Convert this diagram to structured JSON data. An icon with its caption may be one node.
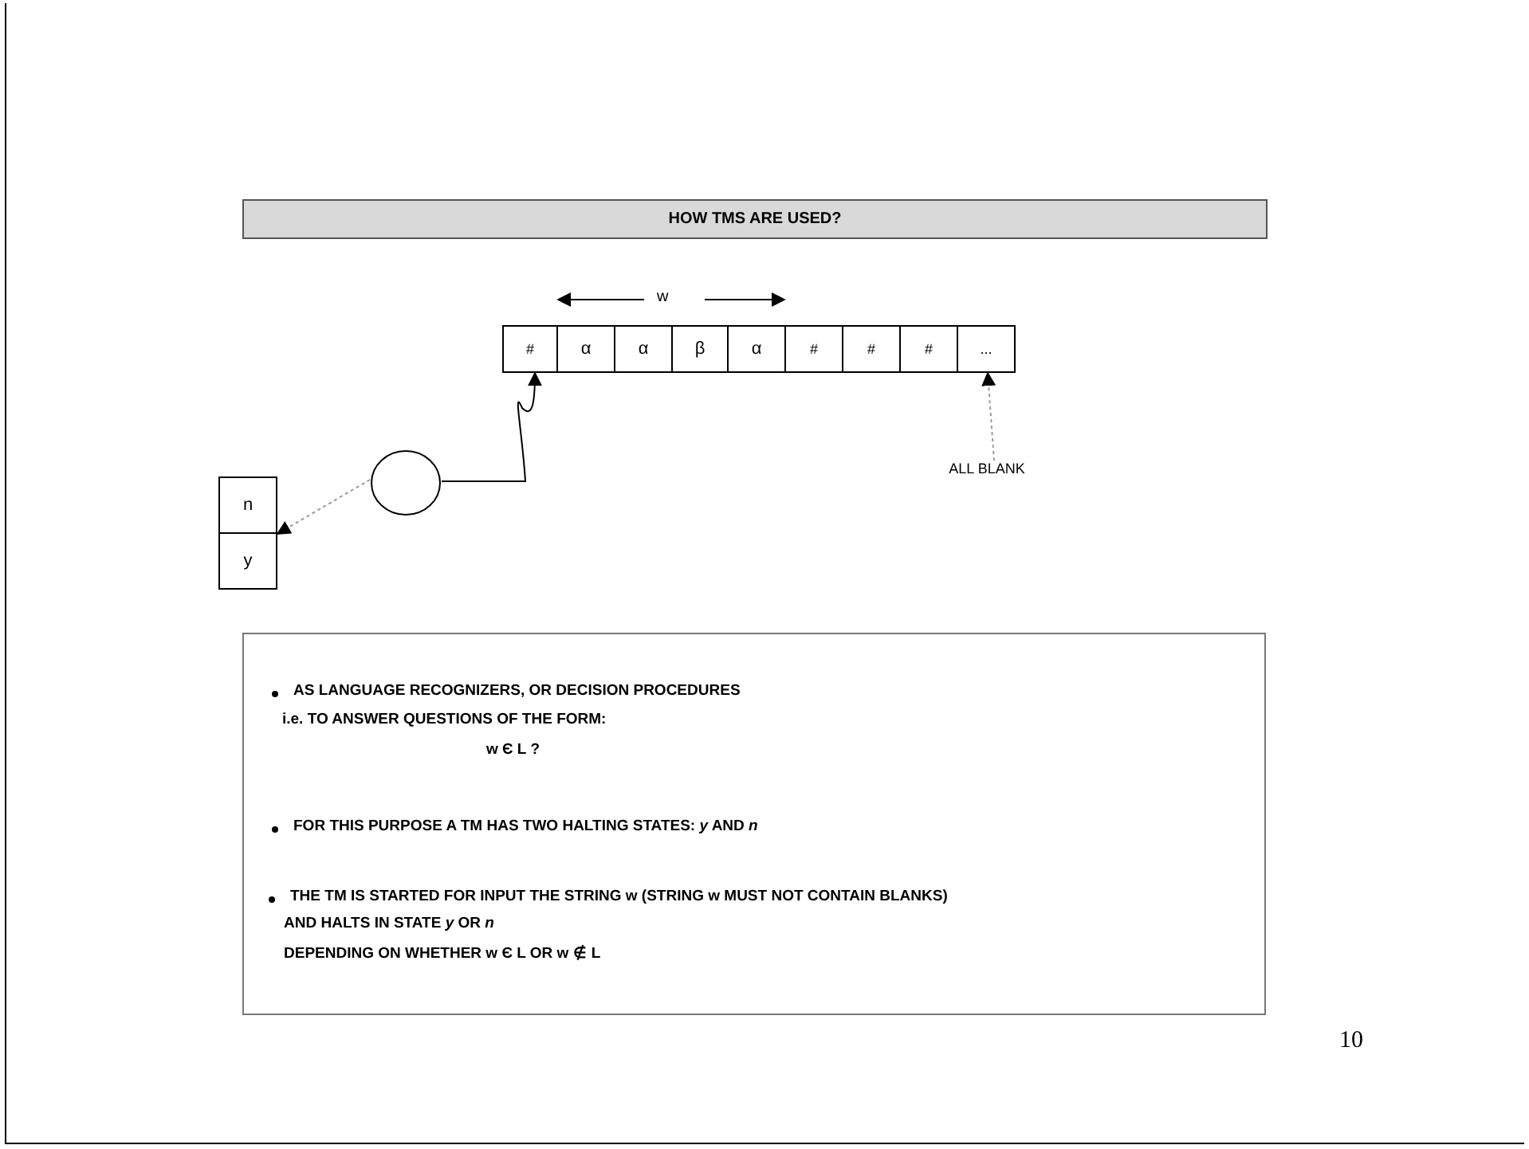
{
  "diagram": {
    "title": "HOW TMS ARE USED?",
    "nodes": [
      {
        "text": [
          "#"
        ]
      },
      {
        "text": [
          "α"
        ]
      },
      {
        "text": [
          "α"
        ]
      },
      {
        "text": [
          "β"
        ]
      },
      {
        "text": [
          "α"
        ]
      },
      {
        "text": [
          "#"
        ]
      },
      {
        "text": [
          "#"
        ]
      },
      {
        "text": [
          "#"
        ]
      },
      {
        "text": [
          "..."
        ]
      },
      {
        "text": [
          "n"
        ]
      },
      {
        "text": [
          "y"
        ]
      },
      {
        "text": [],
        "shape": "circle"
      },
      {
        "text": [
          "ALL BLANK"
        ]
      },
      {
        "text": [
          "AS LANGUAGE RECOGNIZERS, OR DECISION PROCEDURES",
          "i.e. TO ANSWER QUESTIONS OF THE FORM:",
          "w Є L ?",
          "FOR THIS PURPOSE A TM HAS TWO HALTING STATES:  *y*  AND *n*",
          "THE TM IS STARTED FOR INPUT THE STRING w  (STRING w MUST NOT CONTAIN BLANKS)",
          "AND HALTS IN STATE  *y*  OR  *n*",
          "DEPENDING ON WHETHER   w Є L  OR  w ∉ L"
        ]
      }
    ],
    "edges": [
      {
        "from": 11,
        "to": 0,
        "arrow": "to",
        "color": "#000000"
      },
      {
        "from": 11,
        "to": 9,
        "arrow": "to",
        "style": "dashed",
        "color": "#999999"
      },
      {
        "from": 12,
        "to": 8,
        "arrow": "to",
        "style": "dashed",
        "color": "#999999"
      }
    ],
    "labels": [
      "w",
      "10"
    ]
  }
}
